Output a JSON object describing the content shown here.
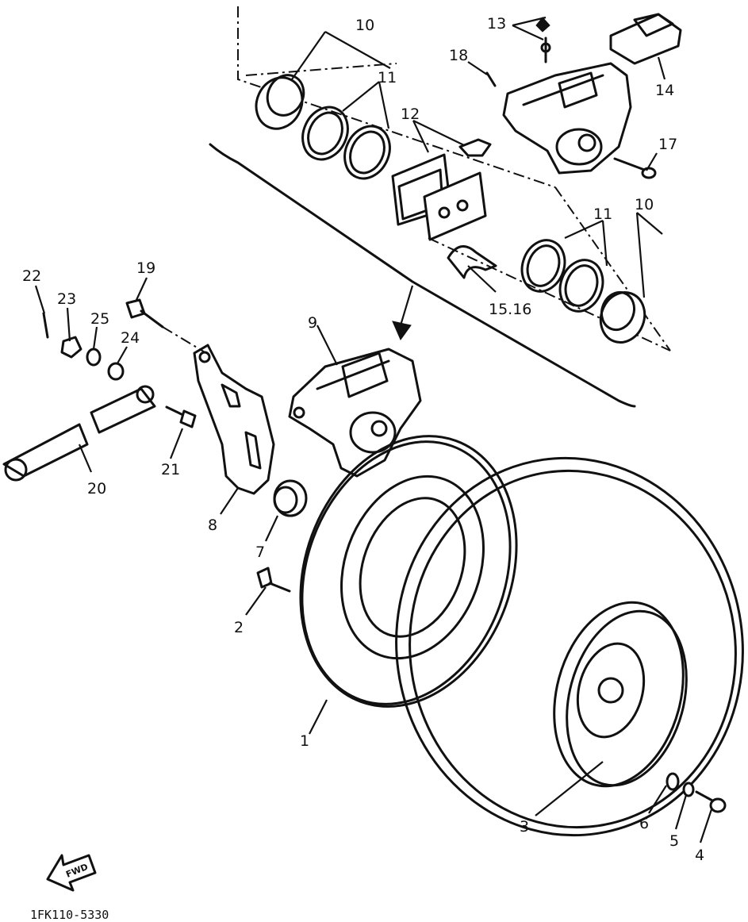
{
  "diagram": {
    "callouts": {
      "c1": "1",
      "c2": "2",
      "c3": "3",
      "c4": "4",
      "c5": "5",
      "c6": "6",
      "c7": "7",
      "c8": "8",
      "c9": "9",
      "c10a": "10",
      "c10b": "10",
      "c11a": "11",
      "c11b": "11",
      "c12": "12",
      "c13": "13",
      "c14": "14",
      "c1516": "15.16",
      "c17": "17",
      "c18": "18",
      "c19": "19",
      "c20": "20",
      "c21": "21",
      "c22": "22",
      "c23": "23",
      "c24": "24",
      "c25": "25"
    },
    "forward_label": "FWD",
    "drawing_code": "1FK110-5330"
  }
}
